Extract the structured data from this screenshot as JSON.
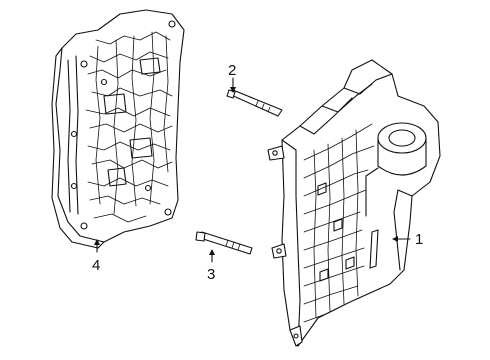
{
  "diagram": {
    "callouts": [
      {
        "id": "part-1",
        "label": "1"
      },
      {
        "id": "part-2",
        "label": "2"
      },
      {
        "id": "part-3",
        "label": "3"
      },
      {
        "id": "part-4",
        "label": "4"
      }
    ]
  },
  "colors": {
    "line": "#111111",
    "background": "#ffffff"
  }
}
